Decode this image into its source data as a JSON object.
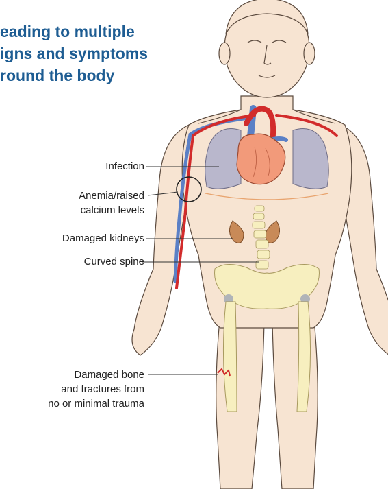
{
  "heading": {
    "lines": [
      "eading to multiple",
      "igns and symptoms",
      "round the body"
    ],
    "color": "#1e5d93"
  },
  "callouts": [
    {
      "id": "infection",
      "lines": [
        "Infection"
      ]
    },
    {
      "id": "anemia",
      "lines": [
        "Anemia/raised",
        "calcium levels"
      ]
    },
    {
      "id": "kidneys",
      "lines": [
        "Damaged kidneys"
      ]
    },
    {
      "id": "spine",
      "lines": [
        "Curved spine"
      ]
    },
    {
      "id": "bone",
      "lines": [
        "Damaged bone",
        "and fractures from",
        "no or minimal trauma"
      ]
    }
  ],
  "colors": {
    "skin": "#f7e4d2",
    "skin_outline": "#5b4a3e",
    "bone": "#f7efbf",
    "lung": "#b9b7cc",
    "heart": "#f29a7a",
    "artery": "#d22b2b",
    "vein": "#5b80c6",
    "kidney": "#c88a58",
    "leader_line": "#333333"
  }
}
